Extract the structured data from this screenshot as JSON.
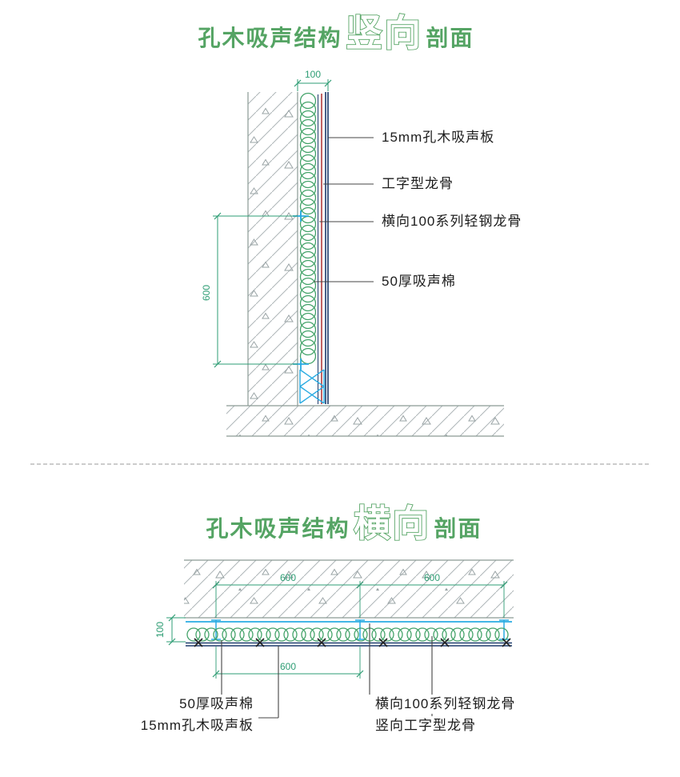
{
  "titles": {
    "top": {
      "prefix": "孔木吸声结构",
      "emphasis": "竖向",
      "suffix": "剖面"
    },
    "bottom": {
      "prefix": "孔木吸声结构",
      "emphasis": "横向",
      "suffix": "剖面"
    }
  },
  "colors": {
    "title_green": "#55a464",
    "dim_green": "#2e9d74",
    "coil_green": "#44a36a",
    "accent_blue": "#29abe2",
    "panel_navy": "#1b3a6b",
    "panel_red": "#b23b3b",
    "hatch_gray": "#aeb6b8",
    "edge_gray": "#8a9a94",
    "leader_gray": "#444444",
    "label_dark": "#1c1c1c"
  },
  "vertical_section": {
    "dim_width": "100",
    "dim_height": "600",
    "labels": [
      "15mm孔木吸声板",
      "工字型龙骨",
      "横向100系列轻钢龙骨",
      "50厚吸声棉"
    ]
  },
  "horizontal_section": {
    "dim_span_left": "600",
    "dim_span_right": "600",
    "dim_depth": "100",
    "dim_bottom": "600",
    "labels_left": [
      "50厚吸声棉",
      "15mm孔木吸声板"
    ],
    "labels_right": [
      "横向100系列轻钢龙骨",
      "竖向工字型龙骨"
    ]
  }
}
